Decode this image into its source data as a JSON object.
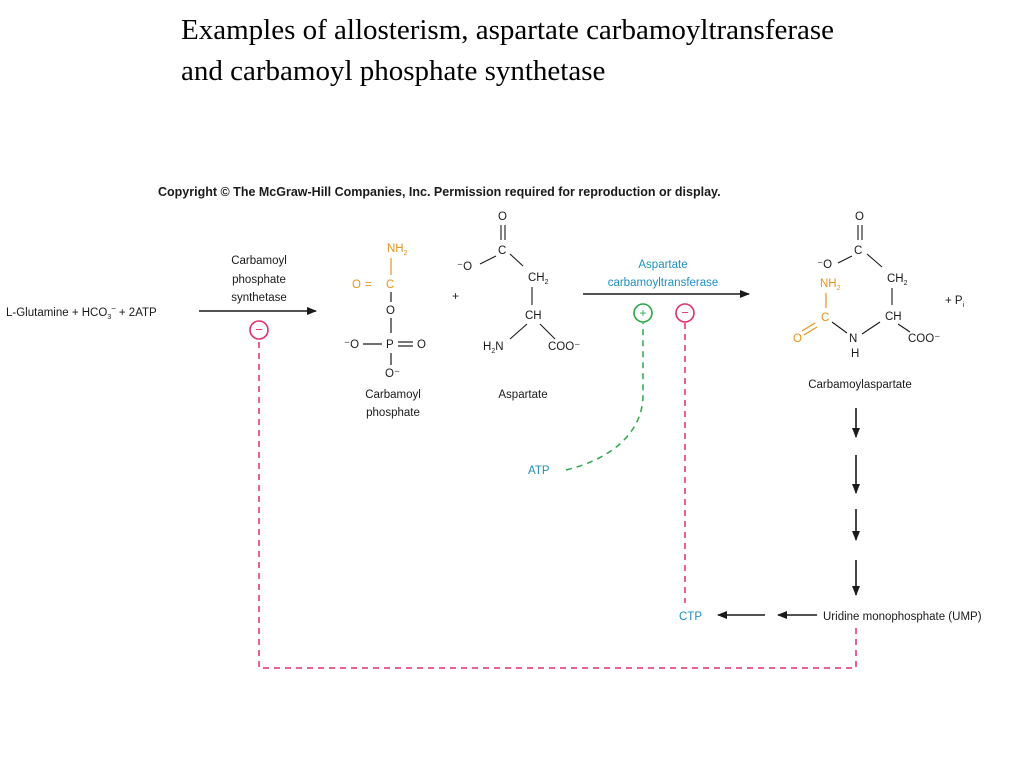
{
  "slide": {
    "title_line1": "Examples of allosterism, aspartate carbamoyltransferase",
    "title_line2": "and carbamoyl phosphate synthetase"
  },
  "copyright": "Copyright © The McGraw-Hill Companies, Inc. Permission required for reproduction or display.",
  "colors": {
    "substituent": "#e8921c",
    "enzyme_text": "#1e8fc0",
    "activation": "#2aa84a",
    "inhibition": "#e0306a",
    "ink": "#1a1a1a"
  },
  "reaction1": {
    "substrates": "L-Glutamine + HCO",
    "hco3_sub": "3",
    "hco3_sup": "−",
    "atp_part": "+ 2ATP",
    "enzyme_line1": "Carbamoyl",
    "enzyme_line2": "phosphate",
    "enzyme_line3": "synthetase",
    "inhibitor_sign": "−"
  },
  "carbamoyl_phosphate": {
    "amine": "NH",
    "amine_sub": "2",
    "carbonyl_o": "O",
    "carbonyl_eq": "=",
    "carbon": "C",
    "link_o": "O",
    "phosphorus": "P",
    "p_eq_o": "O",
    "left_o": "⁻O",
    "bottom_o": "O⁻",
    "name_line1": "Carbamoyl",
    "name_line2": "phosphate"
  },
  "plus_sign": "+",
  "aspartate": {
    "top_o": "O",
    "carbon": "C",
    "left_o": "⁻O",
    "ch2": "CH",
    "ch2_sub": "2",
    "ch": "CH",
    "amine": "H",
    "amine_sub": "2",
    "amine_n": "N",
    "coo": "COO⁻",
    "name": "Aspartate"
  },
  "reaction2": {
    "enzyme_line1": "Aspartate",
    "enzyme_line2": "carbamoyltransferase",
    "activator_sign": "+",
    "inhibitor_sign": "−"
  },
  "carbamoylaspartate": {
    "top_o": "O",
    "carbon": "C",
    "left_o": "⁻O",
    "ch2": "CH",
    "ch2_sub": "2",
    "amine": "NH",
    "amine_sub": "2",
    "carbonyl_o": "O",
    "carbonyl_c": "C",
    "n": "N",
    "h": "H",
    "ch": "CH",
    "coo": "COO⁻",
    "plus_pi": "+ P",
    "pi_sub": "i",
    "name": "Carbamoylaspartate"
  },
  "atp_label": "ATP",
  "ctp_label": "CTP",
  "ump_label": "Uridine monophosphate (UMP)"
}
